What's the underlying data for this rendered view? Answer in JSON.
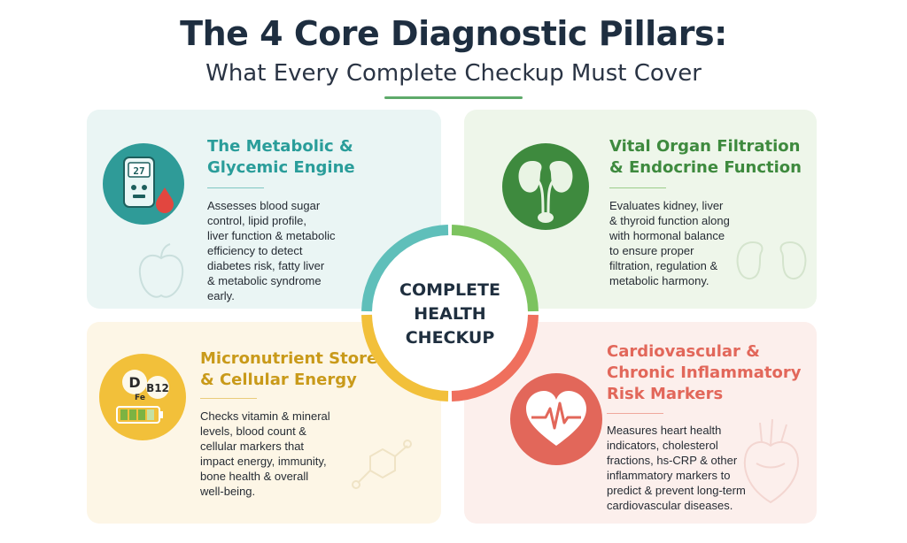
{
  "header": {
    "title": "The 4 Core Diagnostic Pillars:",
    "subtitle": "What Every Complete Checkup Must Cover"
  },
  "center": {
    "lines": [
      "COMPLETE",
      "HEALTH",
      "CHECKUP"
    ]
  },
  "pillars": [
    {
      "title_lines": [
        "The Metabolic &",
        "Glycemic Engine"
      ],
      "description_lines": [
        "Assesses blood sugar",
        "control, lipid profile,",
        "liver function & metabolic",
        "efficiency to detect",
        "diabetes risk, fatty liver",
        "& metabolic syndrome",
        "early."
      ],
      "accent": "#2a9d9a",
      "icon": "glucose-meter-icon"
    },
    {
      "title_lines": [
        "Vital Organ Filtration",
        "& Endocrine Function"
      ],
      "description_lines": [
        "Evaluates kidney, liver",
        "& thyroid function along",
        "with hormonal balance",
        "to ensure proper",
        "filtration, regulation &",
        "metabolic harmony."
      ],
      "accent": "#3e8a3e",
      "icon": "kidney-icon"
    },
    {
      "title_lines": [
        "Micronutrient Stores",
        "& Cellular Energy"
      ],
      "description_lines": [
        "Checks vitamin & mineral",
        "levels, blood count &",
        "cellular markers that",
        "impact energy, immunity,",
        "bone health & overall",
        "well-being."
      ],
      "accent": "#c99a1a",
      "icon": "vitamin-battery-icon",
      "icon_labels": [
        "D",
        "Fe",
        "B12"
      ]
    },
    {
      "title_lines": [
        "Cardiovascular &",
        "Chronic Inflammatory",
        "Risk Markers"
      ],
      "description_lines": [
        "Measures heart health",
        "indicators, cholesterol",
        "fractions, hs-CRP & other",
        "inflammatory markers to",
        "predict & prevent long-term",
        "cardiovascular diseases."
      ],
      "accent": "#e2675a",
      "icon": "heart-pulse-icon"
    }
  ],
  "colors": {
    "teal": "#5fbfba",
    "green": "#7cc35f",
    "amber": "#f2c03a",
    "coral": "#ef6f5d"
  }
}
